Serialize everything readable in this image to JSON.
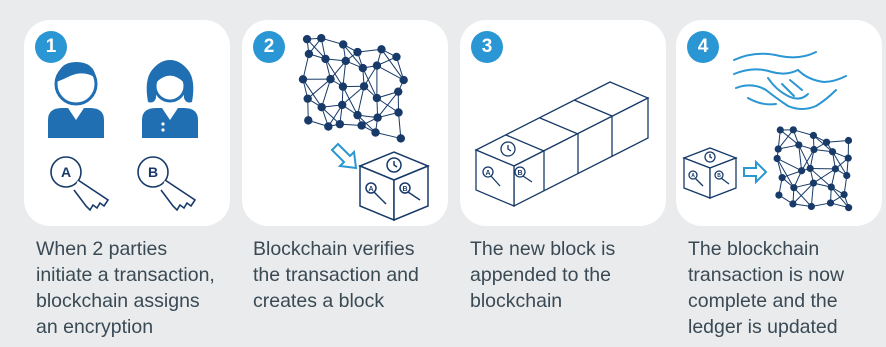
{
  "colors": {
    "accent_blue": "#2a96d3",
    "navy": "#173a68",
    "person_blue": "#1f6fb2",
    "panel_bg": "#ffffff",
    "page_bg": "#e9ebec",
    "caption_text": "#3a4a55"
  },
  "steps": [
    {
      "number": "1",
      "icons": [
        "man-icon",
        "woman-icon",
        "key-a-icon",
        "key-b-icon"
      ],
      "key_labels": [
        "A",
        "B"
      ],
      "caption_lines": [
        "When 2 parties",
        "initiate a transaction,",
        "blockchain assigns",
        "an encryption"
      ]
    },
    {
      "number": "2",
      "icons": [
        "network-icon",
        "arrow-icon",
        "block-cube-icon"
      ],
      "key_labels": [
        "A",
        "B"
      ],
      "caption_lines": [
        "Blockchain verifies",
        "the transaction and",
        "creates a block"
      ]
    },
    {
      "number": "3",
      "icons": [
        "block-chain-icon"
      ],
      "key_labels": [
        "A",
        "B"
      ],
      "caption_lines": [
        "The new block is",
        "appended to the",
        "blockchain"
      ]
    },
    {
      "number": "4",
      "icons": [
        "handshake-icon",
        "block-cube-icon",
        "arrow-icon",
        "network-icon"
      ],
      "key_labels": [
        "A",
        "B"
      ],
      "caption_lines": [
        "The blockchain",
        "transaction is now",
        "complete and the",
        "ledger is updated"
      ]
    }
  ]
}
